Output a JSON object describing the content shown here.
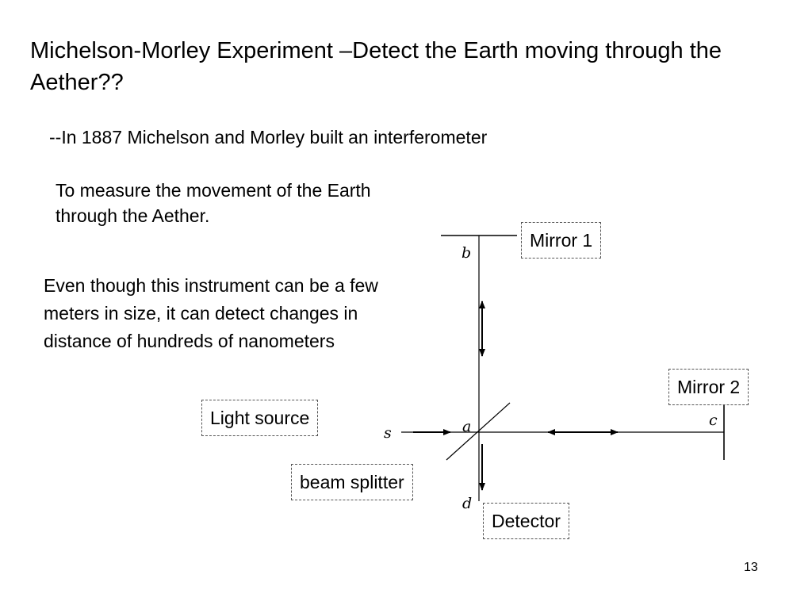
{
  "slide": {
    "title": "Michelson-Morley Experiment –Detect the Earth moving through the Aether??",
    "subtitle": "--In 1887 Michelson and Morley built an interferometer",
    "paragraph1": "To measure the movement of the Earth through the Aether.",
    "paragraph2": "Even though this instrument can be a few meters in size, it can detect changes in distance of hundreds of nanometers",
    "page_number": "13"
  },
  "diagram": {
    "labels": {
      "mirror1": "Mirror 1",
      "mirror2": "Mirror 2",
      "light_source": "Light source",
      "beam_splitter": "beam splitter",
      "detector": "Detector"
    },
    "points": {
      "a": "a",
      "b": "b",
      "c": "c",
      "d": "d",
      "s": "s"
    },
    "line_color": "#000000"
  }
}
